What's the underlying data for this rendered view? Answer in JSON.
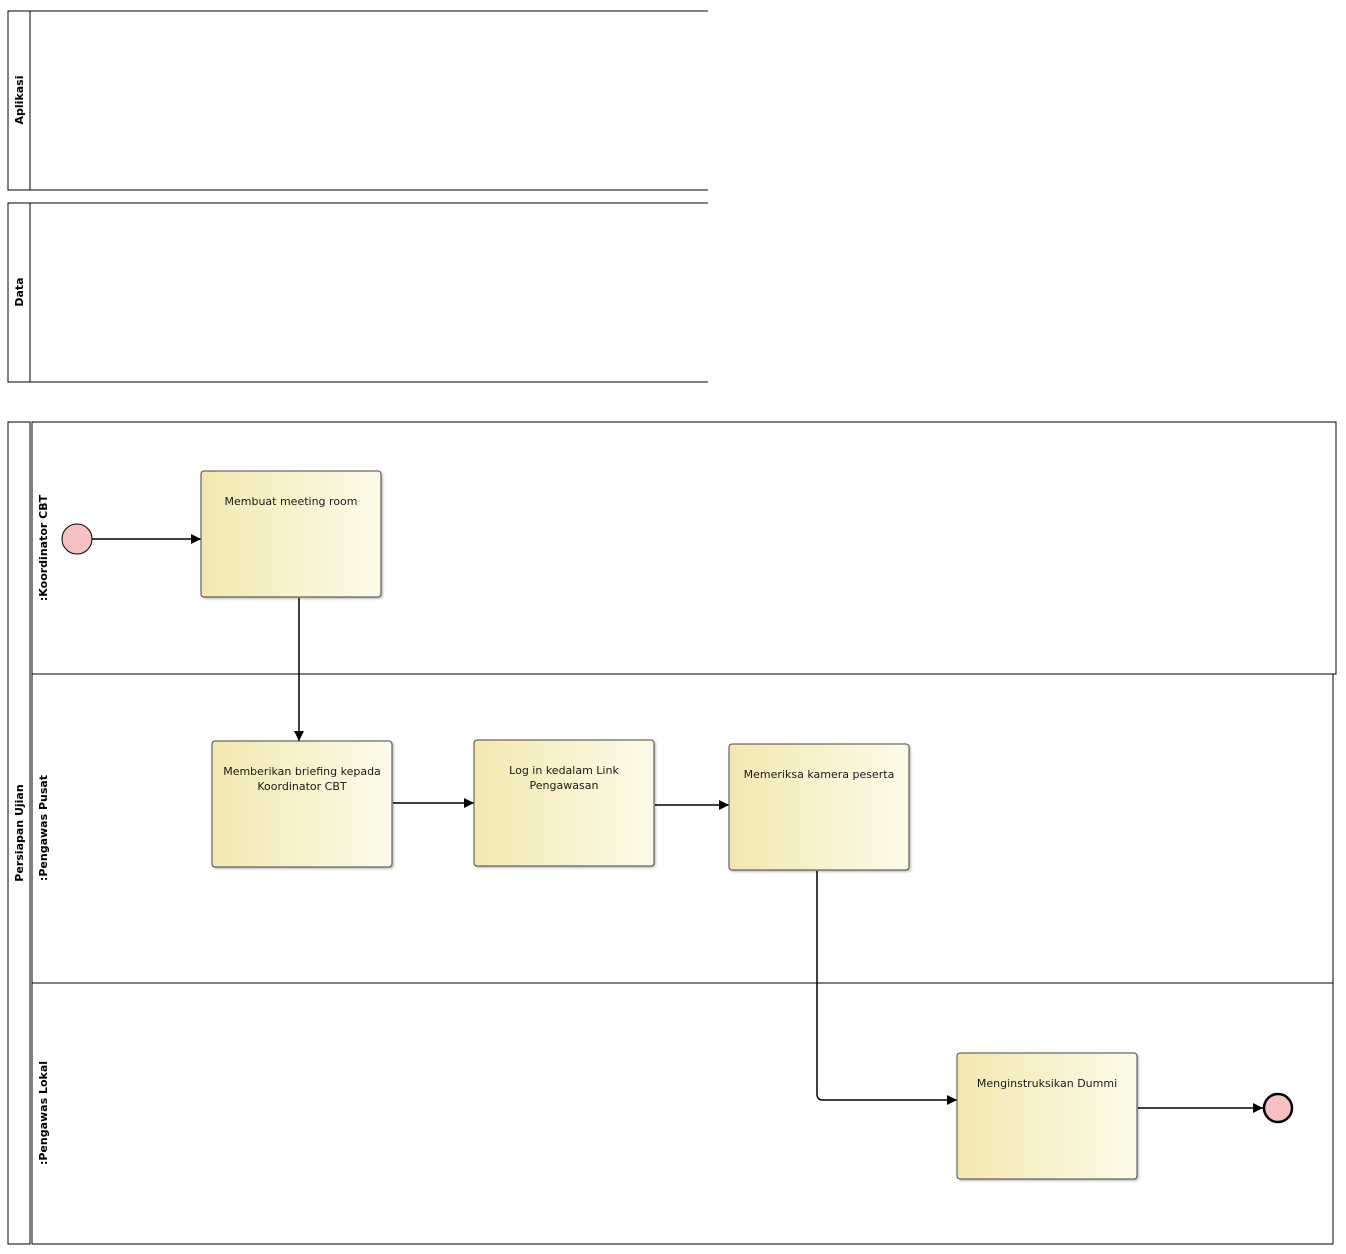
{
  "pools": {
    "aplikasi": {
      "label": "Aplikasi"
    },
    "data": {
      "label": "Data"
    },
    "persiapan": {
      "label": "Persiapan Ujian"
    }
  },
  "lanes": {
    "koordinator": {
      "label": ":Koordinator CBT"
    },
    "pusat": {
      "label": ":Pengawas Pusat"
    },
    "lokal": {
      "label": ":Pengawas Lokal"
    }
  },
  "tasks": {
    "meeting": {
      "lines": [
        "Membuat meeting room"
      ]
    },
    "briefing": {
      "lines": [
        "Memberikan briefing kepada",
        "Koordinator CBT"
      ]
    },
    "login": {
      "lines": [
        "Log in kedalam Link",
        "Pengawasan"
      ]
    },
    "kamera": {
      "lines": [
        "Memeriksa kamera peserta"
      ]
    },
    "dummi": {
      "lines": [
        "Menginstruksikan Dummi"
      ]
    }
  },
  "colors": {
    "task_fill_start": "#f3e8b0",
    "task_fill_end": "#fdfbe9",
    "event_fill": "#f7c1c1",
    "line": "#000000"
  }
}
